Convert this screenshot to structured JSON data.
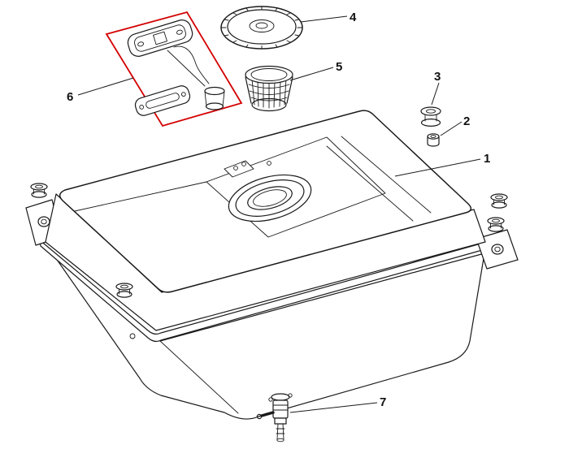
{
  "colors": {
    "background": "#ffffff",
    "line": "#1a1a1a",
    "highlight": "#d40000"
  },
  "callouts": {
    "tank": "1",
    "plug": "2",
    "grommet": "3",
    "fuel_cap": "4",
    "strainer": "5",
    "fuel_gauge": "6",
    "fuel_valve": "7"
  }
}
